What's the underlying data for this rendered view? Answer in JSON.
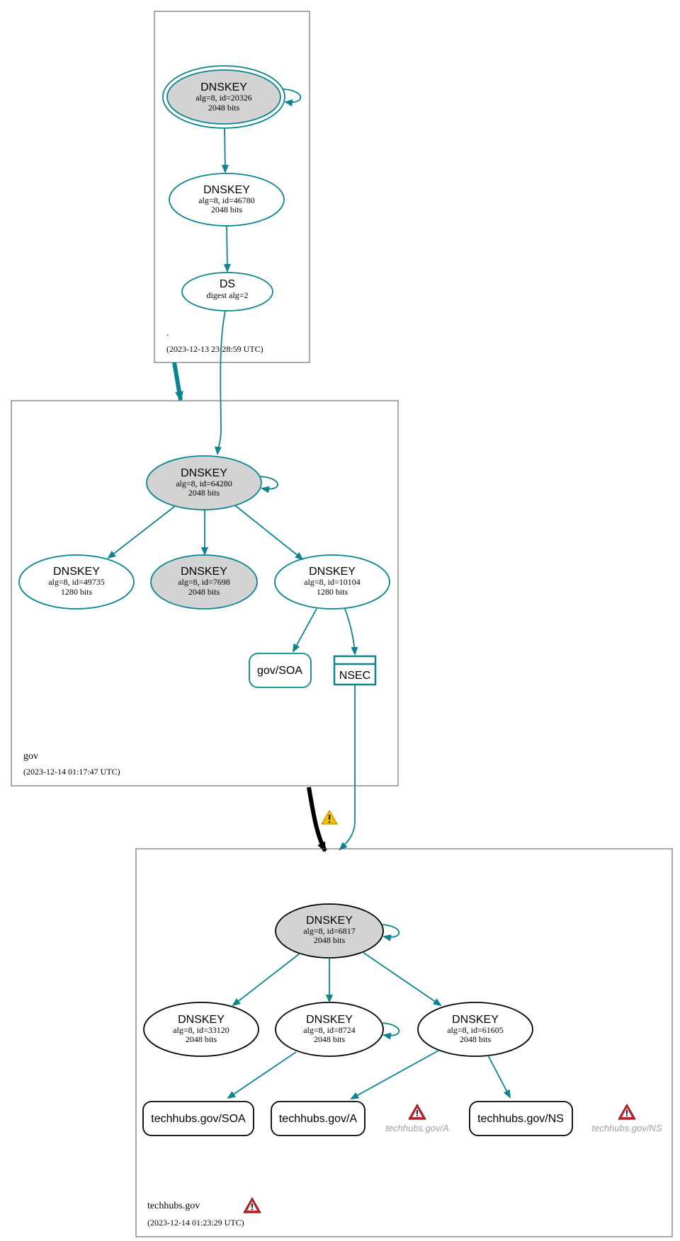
{
  "zones": {
    "root": {
      "name": ".",
      "timestamp": "(2023-12-13 23:28:59 UTC)"
    },
    "gov": {
      "name": "gov",
      "timestamp": "(2023-12-14 01:17:47 UTC)"
    },
    "techhubs": {
      "name": "techhubs.gov",
      "timestamp": "(2023-12-14 01:23:29 UTC)"
    }
  },
  "nodes": {
    "root_ksk": {
      "title": "DNSKEY",
      "line1": "alg=8, id=20326",
      "line2": "2048 bits"
    },
    "root_zsk": {
      "title": "DNSKEY",
      "line1": "alg=8, id=46780",
      "line2": "2048 bits"
    },
    "root_ds": {
      "title": "DS",
      "line1": "digest alg=2"
    },
    "gov_ksk": {
      "title": "DNSKEY",
      "line1": "alg=8, id=64280",
      "line2": "2048 bits"
    },
    "gov_k1": {
      "title": "DNSKEY",
      "line1": "alg=8, id=49735",
      "line2": "1280 bits"
    },
    "gov_k2": {
      "title": "DNSKEY",
      "line1": "alg=8, id=7698",
      "line2": "2048 bits"
    },
    "gov_k3": {
      "title": "DNSKEY",
      "line1": "alg=8, id=10104",
      "line2": "1280 bits"
    },
    "gov_soa": {
      "label": "gov/SOA"
    },
    "gov_nsec": {
      "label": "NSEC"
    },
    "th_ksk": {
      "title": "DNSKEY",
      "line1": "alg=8, id=6817",
      "line2": "2048 bits"
    },
    "th_k1": {
      "title": "DNSKEY",
      "line1": "alg=8, id=33120",
      "line2": "2048 bits"
    },
    "th_k2": {
      "title": "DNSKEY",
      "line1": "alg=8, id=8724",
      "line2": "2048 bits"
    },
    "th_k3": {
      "title": "DNSKEY",
      "line1": "alg=8, id=61605",
      "line2": "2048 bits"
    },
    "th_soa": {
      "label": "techhubs.gov/SOA"
    },
    "th_a": {
      "label": "techhubs.gov/A"
    },
    "th_ns": {
      "label": "techhubs.gov/NS"
    },
    "th_a_missing": {
      "label": "techhubs.gov/A"
    },
    "th_ns_missing": {
      "label": "techhubs.gov/NS"
    }
  },
  "colors": {
    "teal": "#0a8590",
    "selfsigned_fill": "#d3d3d3",
    "warning_yellow": "#f2c200",
    "error_red": "#c0282d"
  },
  "icons": [
    "warning-icon",
    "error-icon"
  ]
}
